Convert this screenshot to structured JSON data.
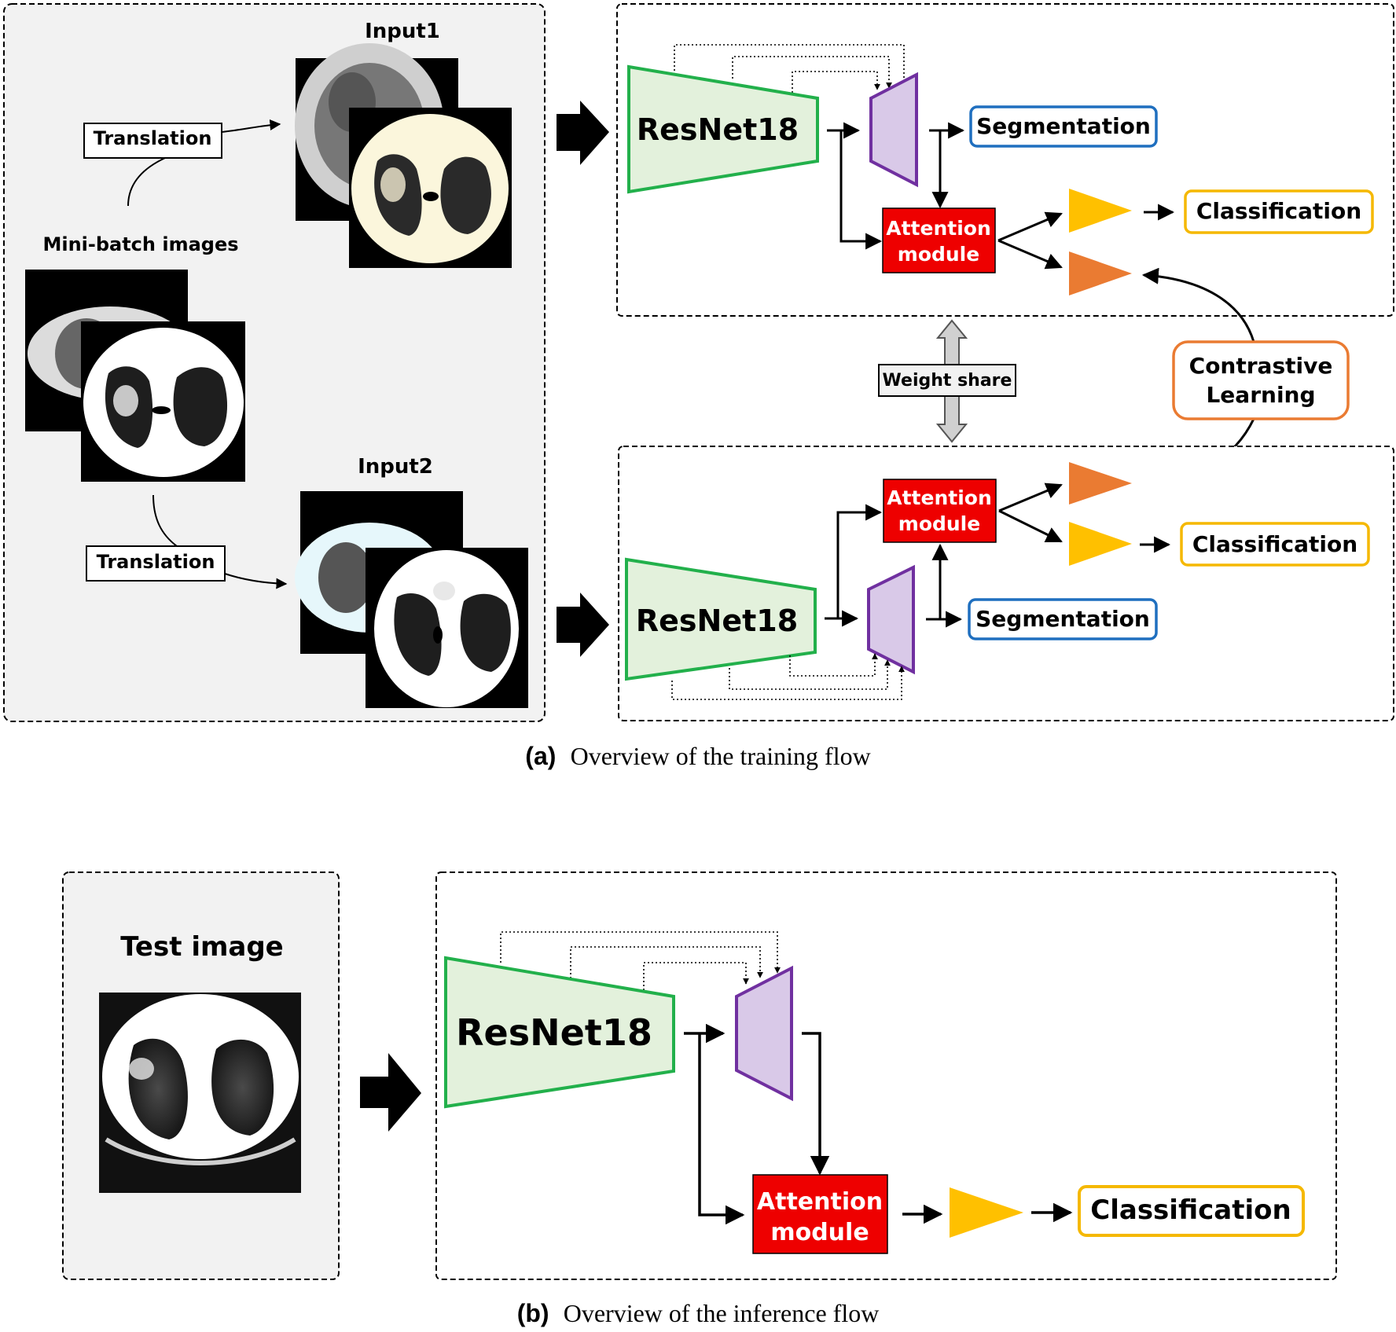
{
  "training": {
    "input1_label": "Input1",
    "input2_label": "Input2",
    "translation_1": "Translation",
    "translation_2": "Translation",
    "minibatch_label": "Mini-batch images",
    "top_branch": {
      "encoder": "ResNet18",
      "segmentation": "Segmentation",
      "attention_line1": "Attention",
      "attention_line2": "module",
      "classification": "Classification"
    },
    "bottom_branch": {
      "encoder": "ResNet18",
      "segmentation": "Segmentation",
      "attention_line1": "Attention",
      "attention_line2": "module",
      "classification": "Classification"
    },
    "weight_share": "Weight share",
    "contrastive_line1": "Contrastive",
    "contrastive_line2": "Learning"
  },
  "caption_a": {
    "tag": "(a)",
    "text": "Overview of the training flow"
  },
  "inference": {
    "test_image_label": "Test image",
    "encoder": "ResNet18",
    "attention_line1": "Attention",
    "attention_line2": "module",
    "classification": "Classification"
  },
  "caption_b": {
    "tag": "(b)",
    "text": "Overview of the inference flow"
  },
  "colors": {
    "encoder_fill": "#e3f1dc",
    "encoder_stroke": "#22b04b",
    "decoder_fill": "#d9c9e8",
    "decoder_stroke": "#7030a0",
    "segmentation_border": "#1f6fbf",
    "classification_border": "#f5b800",
    "attention_fill": "#ee0000",
    "yellow_triangle": "#ffc000",
    "orange_triangle": "#ea7b32",
    "contrastive_border": "#ea7b32",
    "panel_gray": "#f2f2f2"
  }
}
